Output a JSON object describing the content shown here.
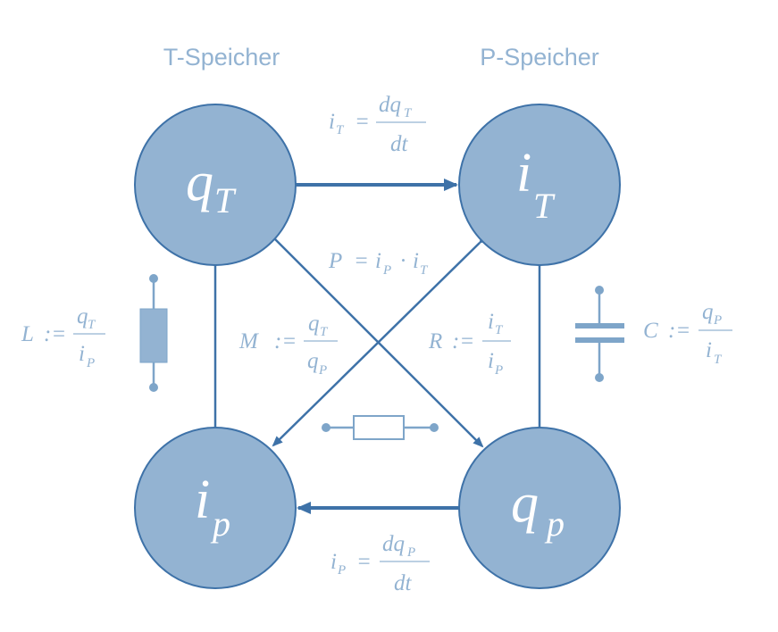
{
  "headers": {
    "left": "T-Speicher",
    "right": "P-Speicher"
  },
  "nodes": {
    "top_left": {
      "var": "q",
      "sub": "T"
    },
    "top_right": {
      "var": "i",
      "sub": "T"
    },
    "bottom_left": {
      "var": "i",
      "sub": "p"
    },
    "bottom_right": {
      "var": "q",
      "sub": "p"
    }
  },
  "equations": {
    "top": {
      "lhs_var": "i",
      "lhs_sub": "T",
      "op": "=",
      "num_var": "dq",
      "num_sub": "T",
      "den": "dt"
    },
    "bottom": {
      "lhs_var": "i",
      "lhs_sub": "P",
      "op": "=",
      "num_var": "dq",
      "num_sub": "P",
      "den": "dt"
    },
    "power": {
      "lhs": "P",
      "op": "=",
      "a_var": "i",
      "a_sub": "P",
      "dot": "·",
      "b_var": "i",
      "b_sub": "T"
    },
    "L": {
      "lhs": "L",
      "op": ":=",
      "num_var": "q",
      "num_sub": "T",
      "den_var": "i",
      "den_sub": "P"
    },
    "M": {
      "lhs": "M",
      "op": ":=",
      "num_var": "q",
      "num_sub": "T",
      "den_var": "q",
      "den_sub": "P"
    },
    "R": {
      "lhs": "R",
      "op": ":=",
      "num_var": "i",
      "num_sub": "T",
      "den_var": "i",
      "den_sub": "P"
    },
    "C": {
      "lhs": "C",
      "op": ":=",
      "num_var": "q",
      "num_sub": "P",
      "den_var": "i",
      "den_sub": "T"
    }
  },
  "colors": {
    "node_fill": "#93b3d2",
    "line": "#3e72a8",
    "text": "#93b3d2"
  }
}
